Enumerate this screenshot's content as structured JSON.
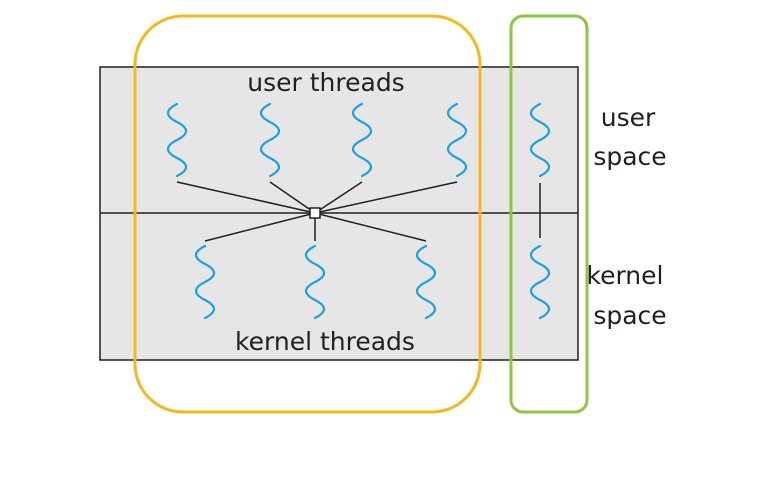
{
  "diagram": {
    "labels": {
      "user_threads": "user threads",
      "kernel_threads": "kernel threads",
      "user_space_line1": "user",
      "user_space_line2": "space",
      "kernel_space_line1": "kernel",
      "kernel_space_line2": "space"
    },
    "colors": {
      "background_box": "#e6e6e7",
      "outline": "#231f20",
      "thread": "#1ba1e2",
      "many_to_many_group": "#f5b81c",
      "one_to_one_group": "#8dc63f"
    }
  }
}
